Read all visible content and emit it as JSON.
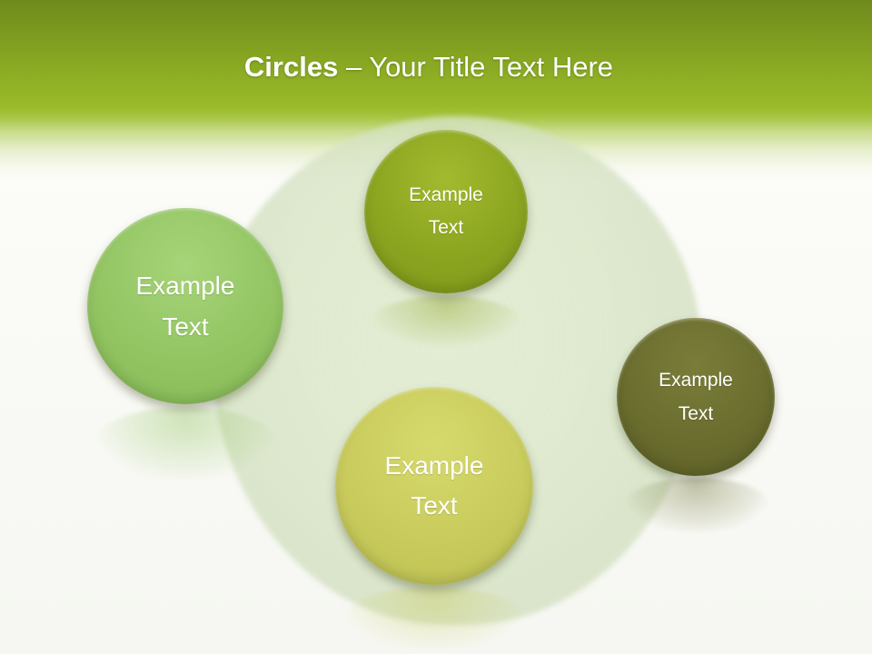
{
  "slide": {
    "title_bold": "Circles",
    "title_rest": " – Your Title Text Here"
  },
  "colors": {
    "header_green": "#8fae23",
    "circle_light_green": "#93c563",
    "circle_olive_green": "#8ca520",
    "circle_dark_olive": "#6a6d2e",
    "circle_yellow_green": "#c9cc5c"
  },
  "circles": [
    {
      "label": "Example\nText",
      "color": "#93c563"
    },
    {
      "label": "Example\nText",
      "color": "#8ca520"
    },
    {
      "label": "Example\nText",
      "color": "#6a6d2e"
    },
    {
      "label": "Example\nText",
      "color": "#c9cc5c"
    }
  ]
}
